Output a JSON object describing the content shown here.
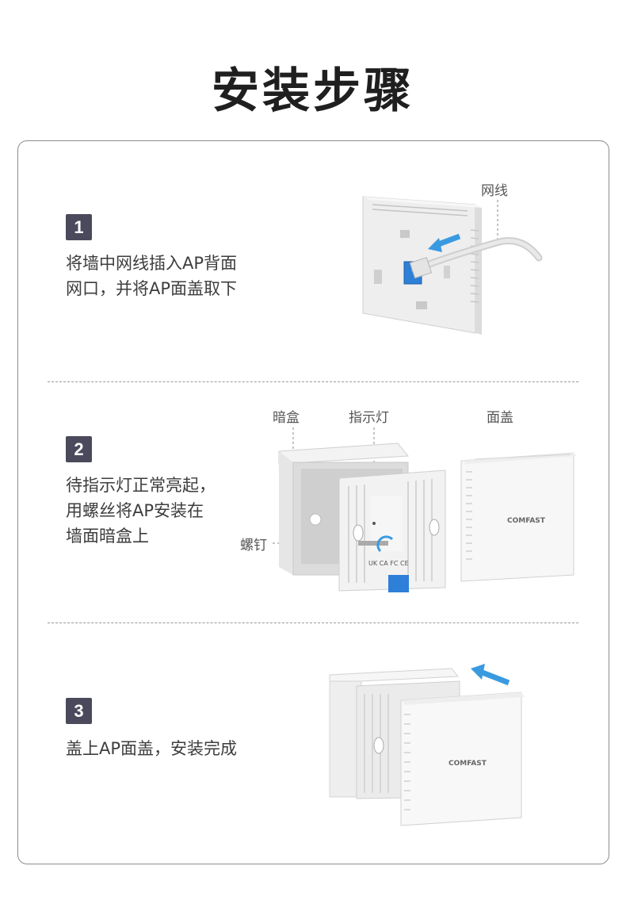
{
  "title": "安装步骤",
  "steps": [
    {
      "number": "1",
      "lines": [
        "将墙中网线插入AP背面",
        "网口，并将AP面盖取下"
      ],
      "callouts": {
        "cable": "网线"
      }
    },
    {
      "number": "2",
      "lines": [
        "待指示灯正常亮起，",
        "用螺丝将AP安装在",
        "墙面暗盒上"
      ],
      "callouts": {
        "box": "暗盒",
        "indicator": "指示灯",
        "cover": "面盖",
        "screw": "螺钉"
      }
    },
    {
      "number": "3",
      "lines": [
        "盖上AP面盖，安装完成"
      ],
      "callouts": {}
    }
  ],
  "brand": "COMFAST",
  "colors": {
    "badge": "#4b4a5c",
    "arrow": "#3a9ae0",
    "port": "#2e7fd8",
    "device": "#f4f4f4"
  }
}
